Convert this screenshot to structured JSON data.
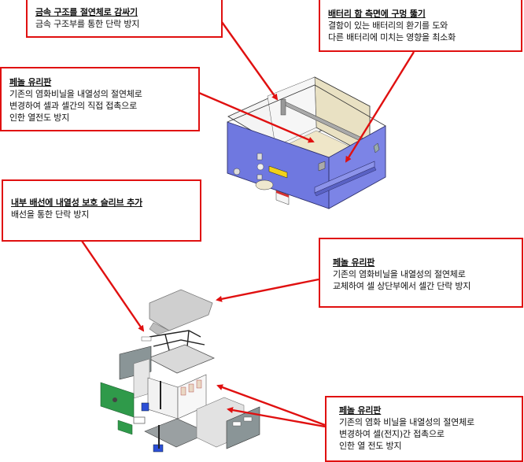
{
  "callouts": [
    {
      "title": "금속 구조를 절연체로 감싸기",
      "lines": [
        "금속 구조부를 통한 단락 방지"
      ]
    },
    {
      "title": "배터리 함 측면에 구멍 뚫기",
      "lines": [
        "결함이 있는 배터리의 환기를 도와",
        "다른 배터리에 미치는 영향을 최소화"
      ]
    },
    {
      "title": "페놀 유리판",
      "lines": [
        "기존의 염화비닐을 내열성의 절연체로",
        "변경하여 셀과 셀간의 직접 접촉으로",
        "인한 열전도 방지"
      ]
    },
    {
      "title": "내부 배선에 내열성 보호 슬리브 추가",
      "lines": [
        "배선을 통한 단락 방지"
      ]
    },
    {
      "title": "페놀 유리판",
      "lines": [
        "기존의 염화비닐을 내열성의 절연체로",
        "교체하여 셀 상단부에서 셀간 단락 방지"
      ]
    },
    {
      "title": "페놀 유리판",
      "lines": [
        "기존의 염화 비닐을 내열성의 절연체로",
        "변경하여 셀(전지)간 접촉으로",
        "인한 열 전도 방지"
      ]
    }
  ],
  "illustrations": {
    "battery_box": "battery-enclosure-isometric",
    "exploded_view": "battery-assembly-exploded"
  },
  "colors": {
    "callout_border": "#e01010",
    "arrow": "#e01010",
    "enclosure_blue": "#6f78e0",
    "enclosure_inner": "#efe9d4",
    "panel_gray": "#8a9597",
    "board_green": "#2f9a4a"
  }
}
